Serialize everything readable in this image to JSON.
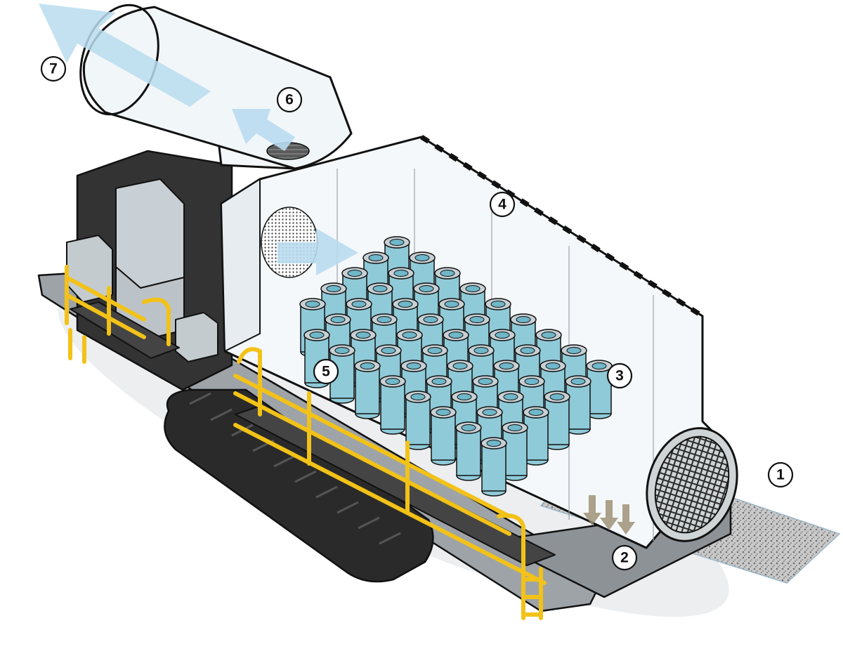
{
  "callouts": [
    {
      "id": "1",
      "label": "1"
    },
    {
      "id": "2",
      "label": "2"
    },
    {
      "id": "3",
      "label": "3"
    },
    {
      "id": "4",
      "label": "4"
    },
    {
      "id": "5",
      "label": "5"
    },
    {
      "id": "6",
      "label": "6"
    },
    {
      "id": "7",
      "label": "7"
    }
  ],
  "colors": {
    "airflow": "#b9dcef",
    "filter": "#8fcad8",
    "railing": "#f2c218",
    "track": "#2a2a2a",
    "housing": "#f4f8fa",
    "gravel": "#9a9a9a",
    "sand_arrows": "#9a8b6e"
  }
}
